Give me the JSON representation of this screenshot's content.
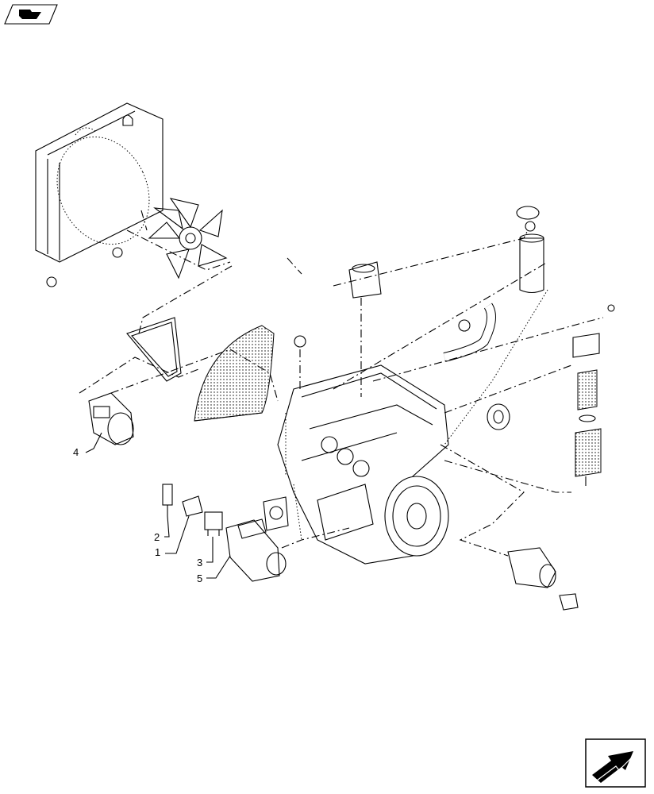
{
  "callouts": {
    "c1": "1",
    "c2": "2",
    "c3": "3",
    "c4": "4",
    "c5": "5"
  },
  "icons": {
    "top_left": "book-nav-icon",
    "bottom_right": "next-page-arrow-icon"
  }
}
